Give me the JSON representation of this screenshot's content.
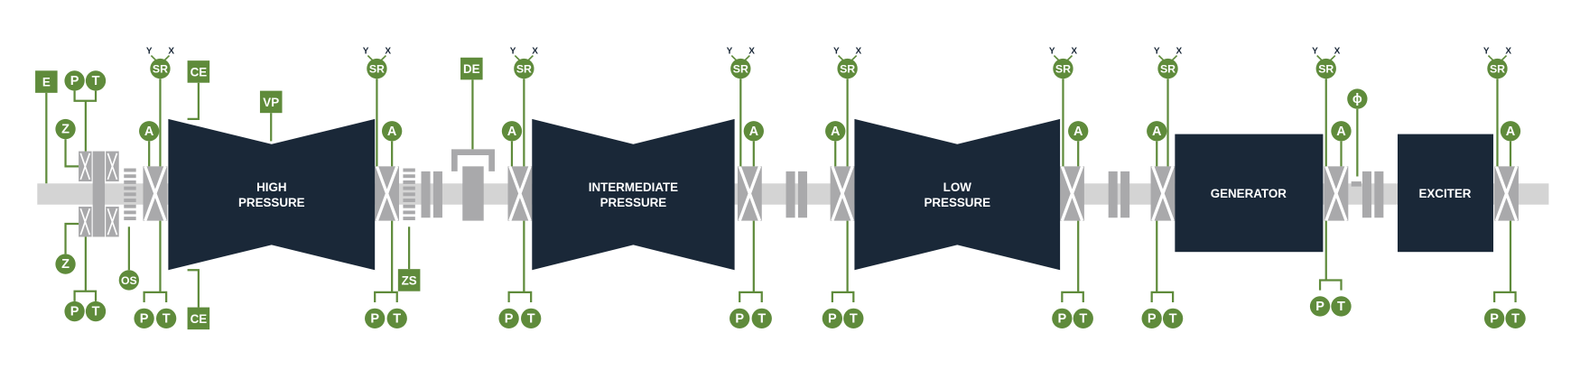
{
  "machines": {
    "hp": {
      "line1": "HIGH",
      "line2": "PRESSURE"
    },
    "ip": {
      "line1": "INTERMEDIATE",
      "line2": "PRESSURE"
    },
    "lp": {
      "line1": "LOW",
      "line2": "PRESSURE"
    },
    "generator": "GENERATOR",
    "exciter": "EXCITER"
  },
  "sensor_labels": {
    "sr": "SR",
    "a": "A",
    "p": "P",
    "t": "T",
    "x": "X",
    "y": "Y",
    "e": "E",
    "z": "Z",
    "os": "OS",
    "ce": "CE",
    "vp": "VP",
    "zs": "ZS",
    "de": "DE",
    "phase": "ϕ"
  },
  "colors": {
    "sensor_green": "#5f8b3b",
    "machine_navy": "#1a2838",
    "bearing_grey": "#a9a9ab",
    "shaft_grey": "#d4d4d4"
  }
}
